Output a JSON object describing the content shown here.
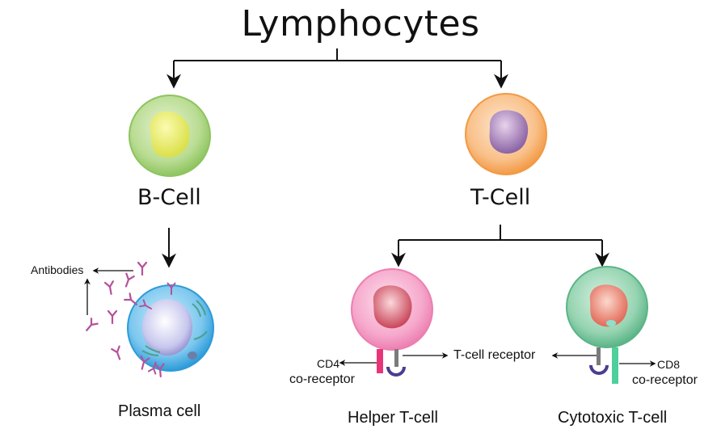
{
  "title": "Lymphocytes",
  "nodes": {
    "b_cell": "B-Cell",
    "t_cell": "T-Cell",
    "plasma_cell": "Plasma cell",
    "helper_t_cell": "Helper T-cell",
    "cytotoxic_t_cell": "Cytotoxic T-cell"
  },
  "annotations": {
    "antibodies": "Antibodies",
    "cd4": "CD4",
    "cd4_co_receptor": "co-receptor",
    "t_cell_receptor": "T-cell receptor",
    "cd8": "CD8",
    "cd8_co_receptor": "co-receptor"
  },
  "colors": {
    "b_cell": "#a6d27a",
    "t_cell": "#f6a95a",
    "plasma_cell": "#3aa6df",
    "helper_t_cell": "#f08cb8",
    "cytotoxic_t_cell": "#6cbf95",
    "antibody": "#b5519b",
    "cd4": "#e8357a",
    "cd8": "#4fcf9c",
    "receptor": "#4b3d8f"
  }
}
